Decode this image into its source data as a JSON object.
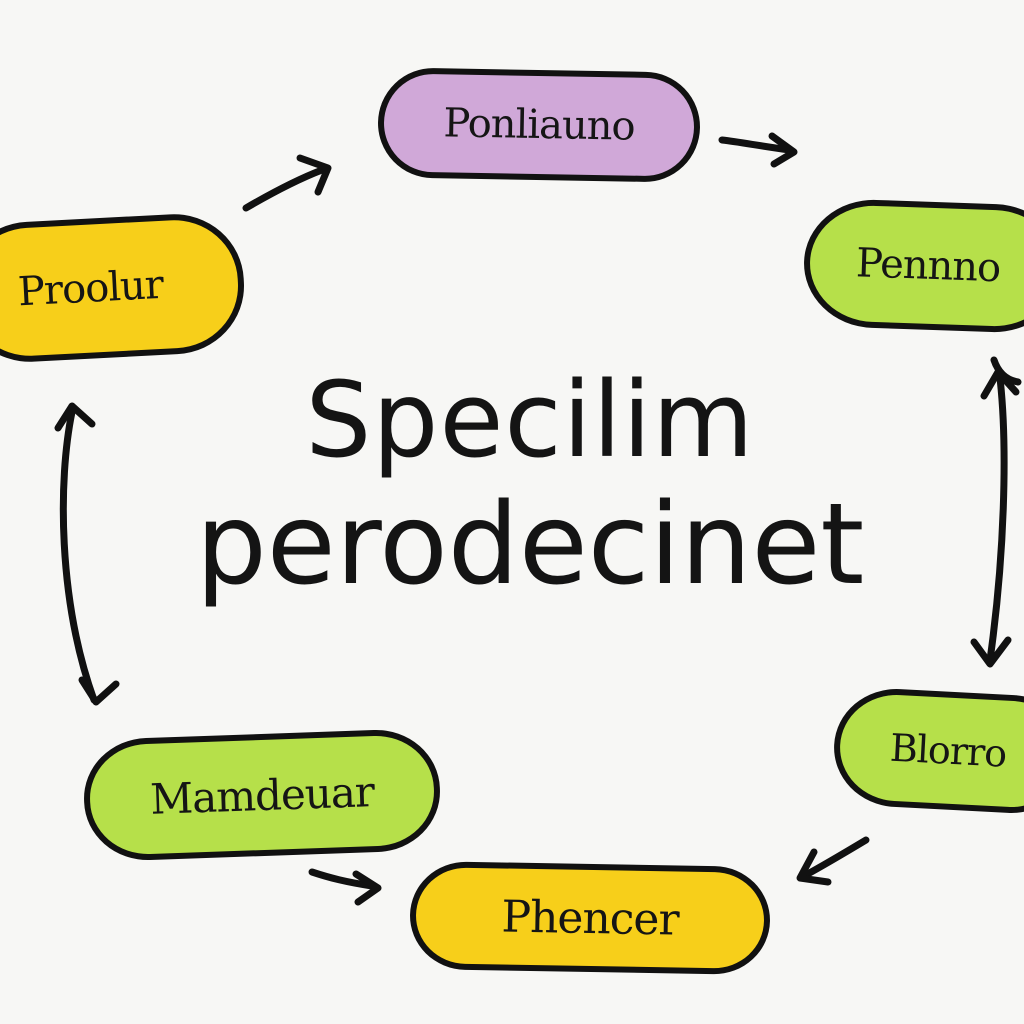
{
  "colors": {
    "purple": "#d0a8d8",
    "green": "#b6e04a",
    "yellow": "#f7cf1a",
    "stroke": "#111111",
    "background": "#f7f7f5"
  },
  "center": {
    "line1": "Specilim",
    "line2": "perodecinet"
  },
  "nodes": {
    "top": "Ponliauno",
    "right_top": "Pennno",
    "right_bottom": "Blorro",
    "bottom": "Phencer",
    "left_bottom": "Mamdeuar",
    "left_top": "Proolur"
  }
}
